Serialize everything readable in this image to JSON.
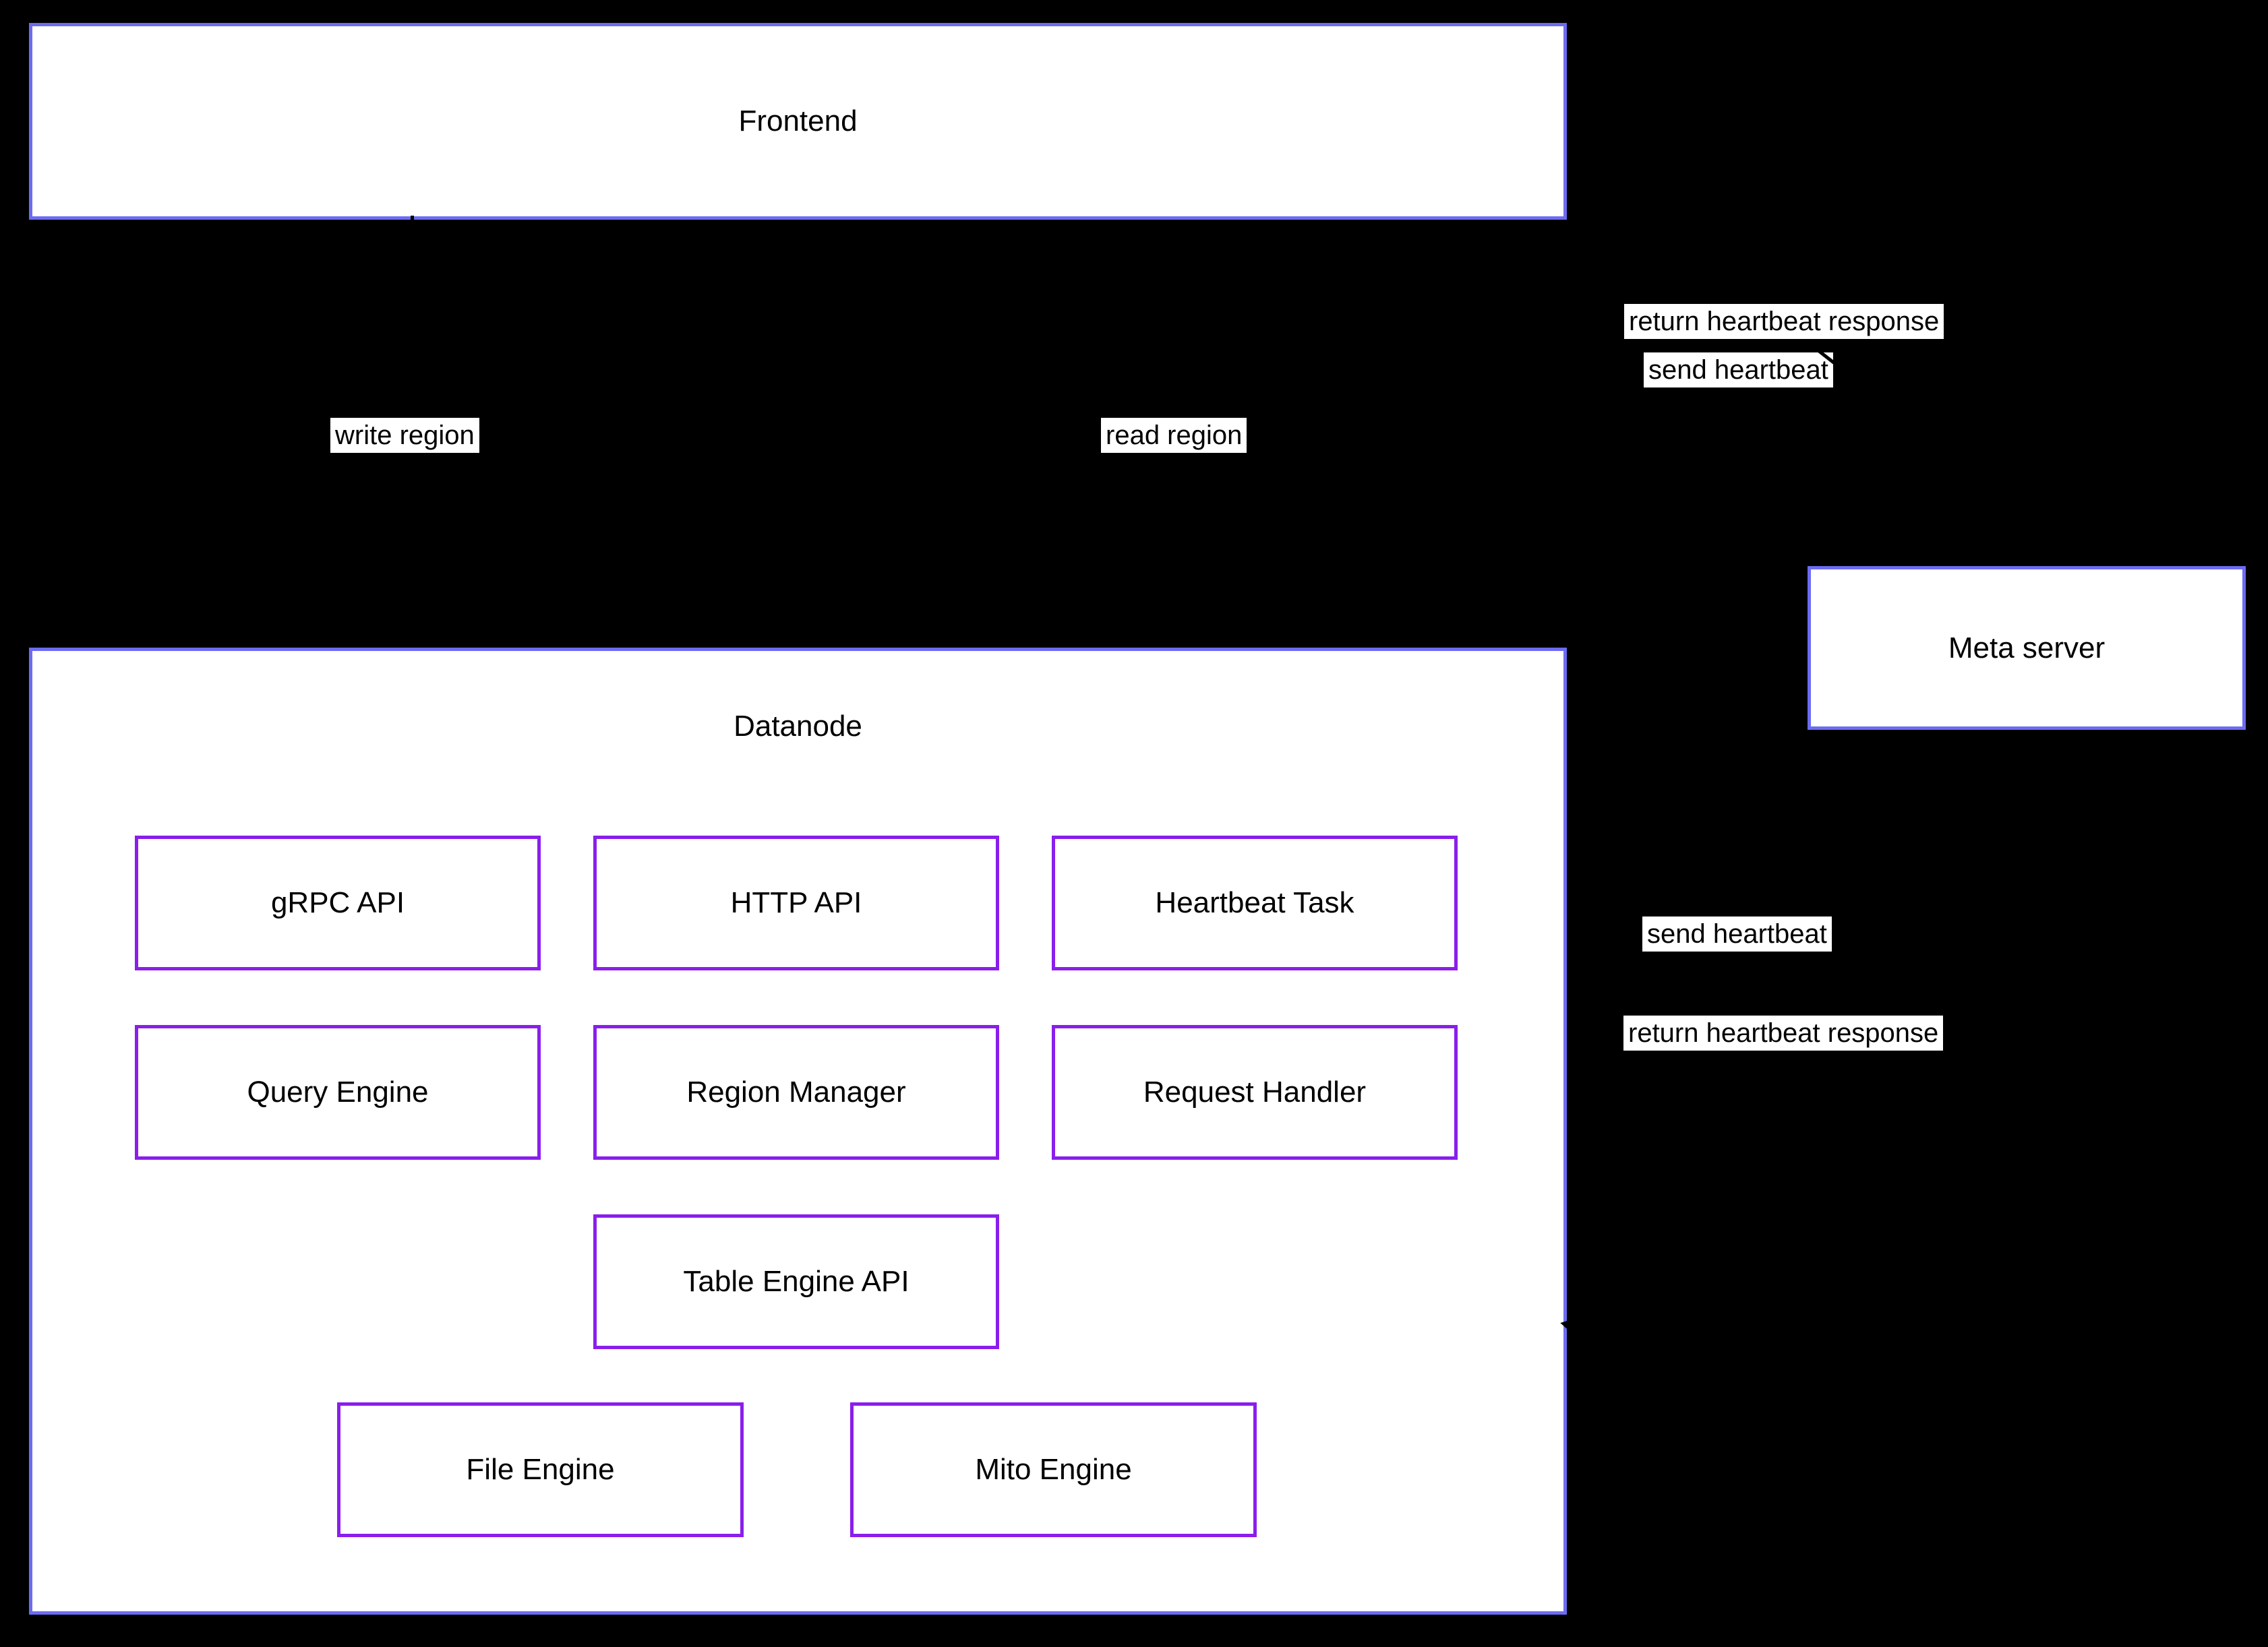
{
  "diagram": {
    "nodes": {
      "frontend": {
        "label": "Frontend"
      },
      "datanode": {
        "label": "Datanode"
      },
      "meta_server": {
        "label": "Meta server"
      },
      "grpc_api": {
        "label": "gRPC API"
      },
      "http_api": {
        "label": "HTTP API"
      },
      "heartbeat_task": {
        "label": "Heartbeat Task"
      },
      "query_engine": {
        "label": "Query Engine"
      },
      "region_manager": {
        "label": "Region Manager"
      },
      "request_handler": {
        "label": "Request Handler"
      },
      "table_engine_api": {
        "label": "Table Engine API"
      },
      "file_engine": {
        "label": "File Engine"
      },
      "mito_engine": {
        "label": "Mito Engine"
      }
    },
    "edge_labels": {
      "write_region": "write region",
      "read_region": "read region",
      "return_heartbeat_frontend": "return heartbeat response",
      "send_heartbeat_frontend": "send heartbeat",
      "send_heartbeat_datanode": "send heartbeat",
      "return_heartbeat_datanode": "return heartbeat response"
    },
    "colors": {
      "background": "#000000",
      "container_border": "#6c6cf2",
      "component_border": "#8a1eeb",
      "node_fill": "#ffffff",
      "edge": "#000000",
      "label_background": "#ffffff",
      "text": "#000000"
    }
  }
}
